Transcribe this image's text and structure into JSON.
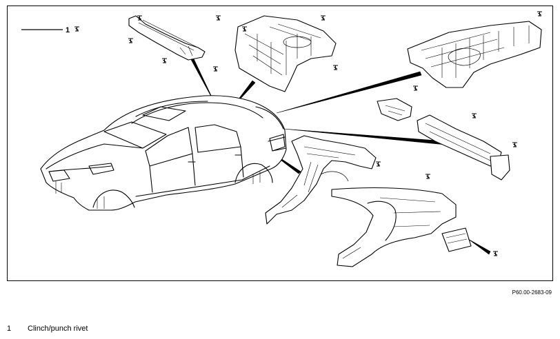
{
  "diagram": {
    "legend": {
      "number": "1",
      "symbol": "rivet-symbol"
    },
    "callout_number": "1",
    "figure_id": "P60.00-2683-09"
  },
  "caption": {
    "number": "1",
    "text": "Clinch/punch rivet"
  }
}
